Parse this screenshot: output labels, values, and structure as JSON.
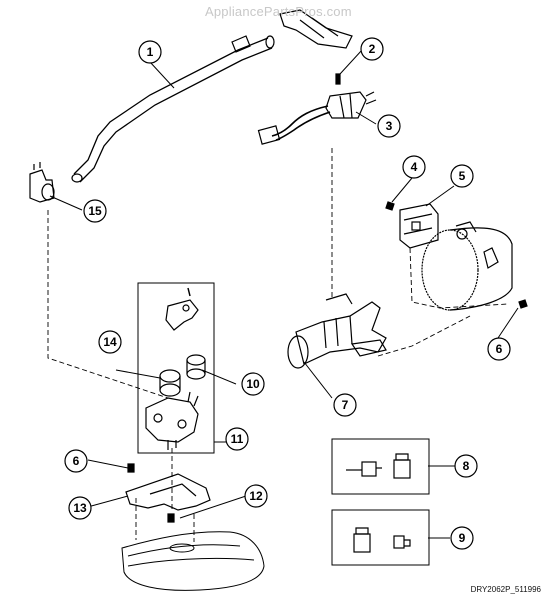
{
  "watermark": "AppliancePartsPros.com",
  "diagram_code": "DRY2062P_511996",
  "callouts": [
    {
      "id": "1",
      "label": "1"
    },
    {
      "id": "2",
      "label": "2"
    },
    {
      "id": "3",
      "label": "3"
    },
    {
      "id": "4",
      "label": "4"
    },
    {
      "id": "5",
      "label": "5"
    },
    {
      "id": "6a",
      "label": "6"
    },
    {
      "id": "6b",
      "label": "6"
    },
    {
      "id": "7",
      "label": "7"
    },
    {
      "id": "8",
      "label": "8"
    },
    {
      "id": "9",
      "label": "9"
    },
    {
      "id": "10",
      "label": "10"
    },
    {
      "id": "11",
      "label": "11"
    },
    {
      "id": "12",
      "label": "12"
    },
    {
      "id": "13",
      "label": "13"
    },
    {
      "id": "14",
      "label": "14"
    },
    {
      "id": "15",
      "label": "15"
    }
  ]
}
